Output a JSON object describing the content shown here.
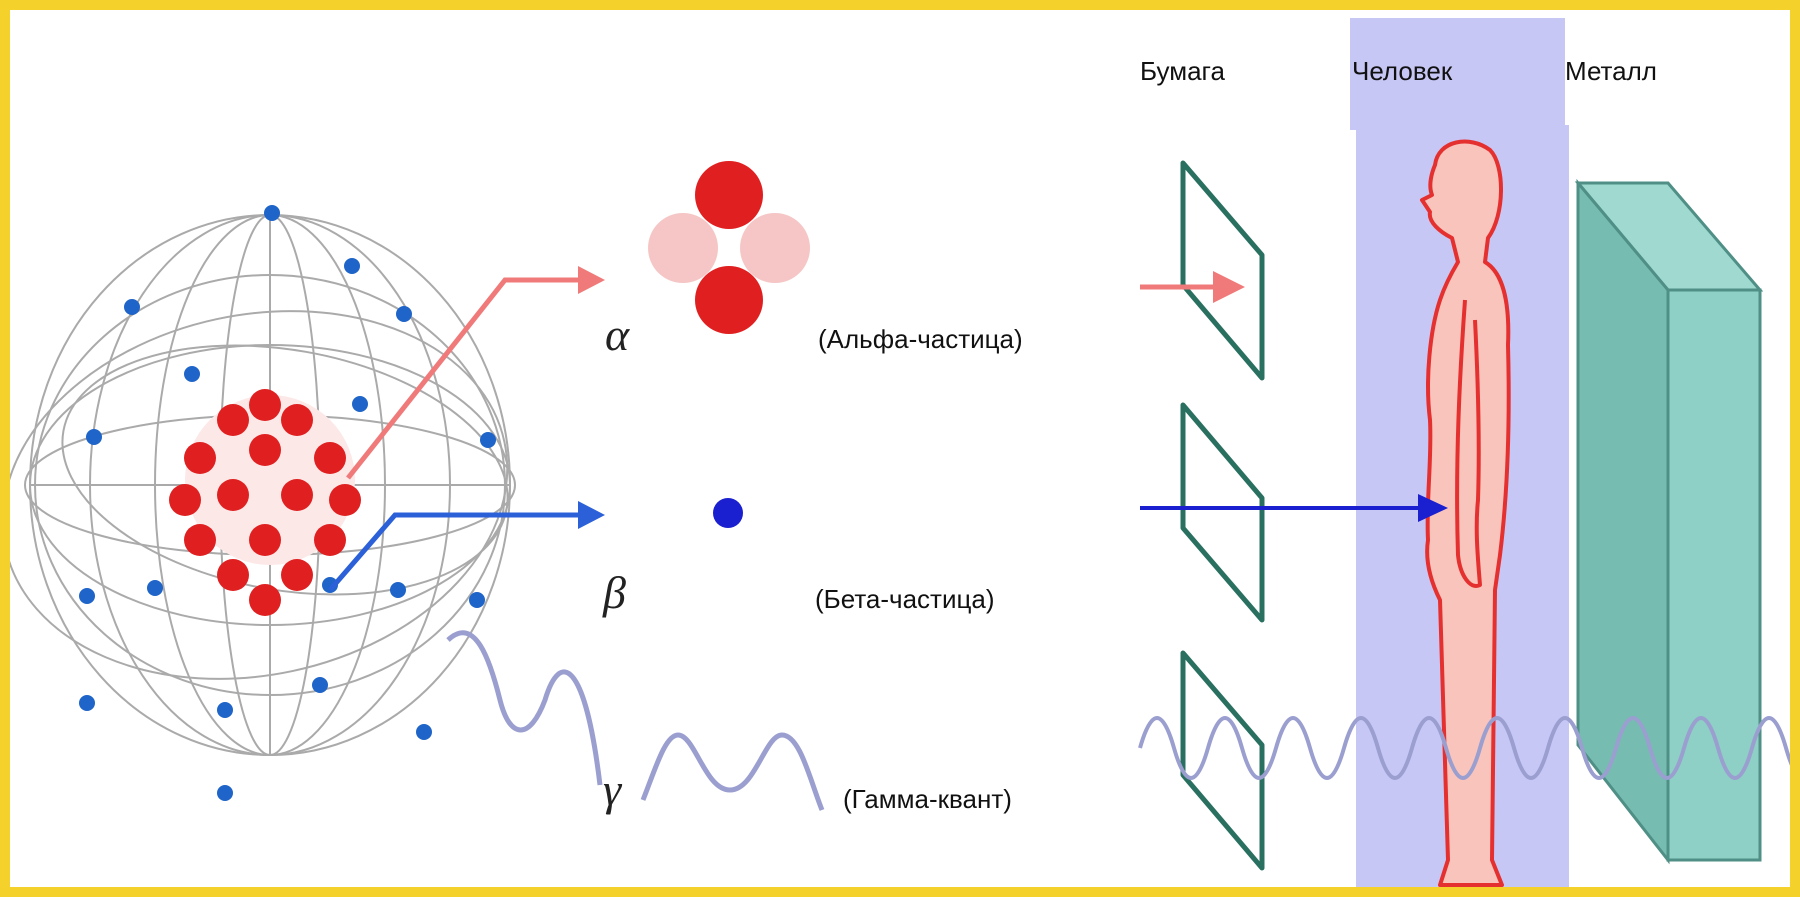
{
  "labels": {
    "alpha_symbol": "α",
    "beta_symbol": "β",
    "gamma_symbol": "γ",
    "alpha_name": "(Альфа-частица)",
    "beta_name": "(Бета-частица)",
    "gamma_name": "(Гамма-квант)",
    "paper": "Бумага",
    "human": "Человек",
    "metal": "Металл"
  },
  "colors": {
    "frame": "#f5d12c",
    "alpha": "#e02020",
    "alpha_light": "#f6c6c6",
    "beta": "#1a1fd0",
    "gamma": "#9a9fd0",
    "paper": "#2a7060",
    "human_zone": "#c7c7f6",
    "human_body": "#f9c4bc",
    "human_outline": "#e53030",
    "metal_front": "#8ed0c6",
    "metal_side": "#76bcb1",
    "metal_edge": "#4f8f86"
  },
  "icons": {
    "nucleus": "atom-nucleus-icon",
    "paper_sheet": "paper-sheet-icon",
    "human": "human-figure-icon",
    "metal_block": "metal-block-icon"
  }
}
